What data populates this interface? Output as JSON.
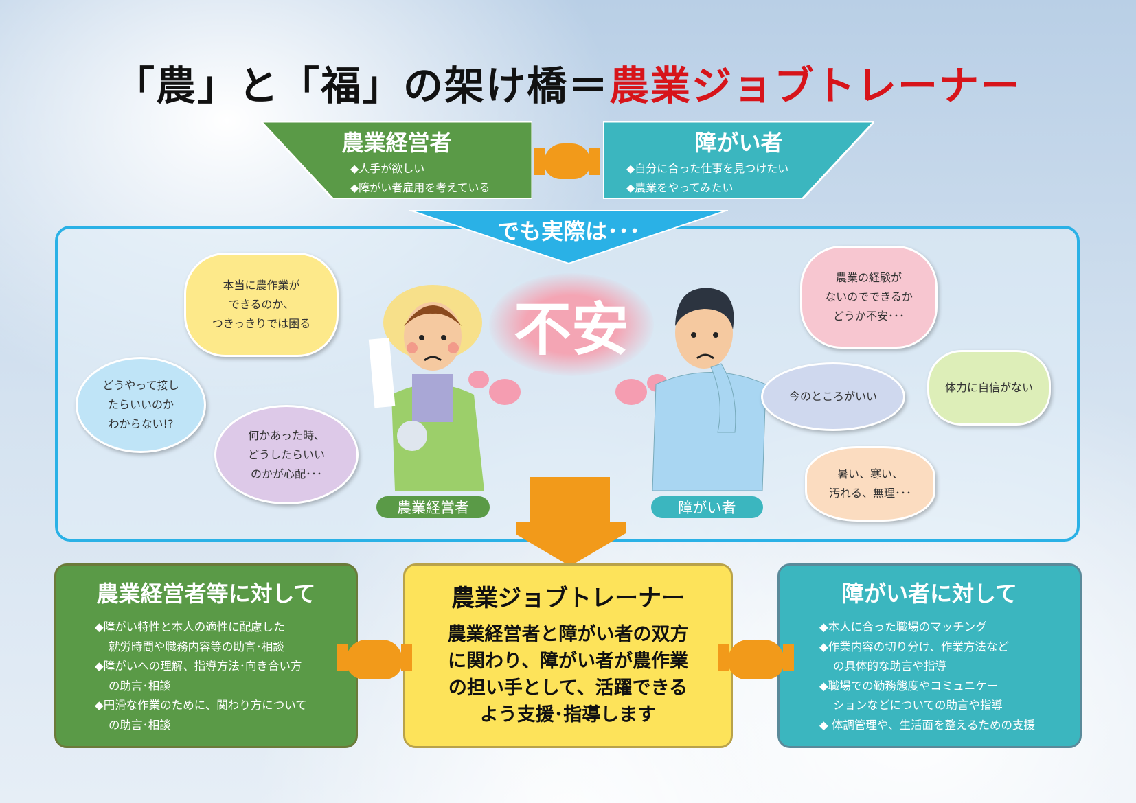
{
  "title": {
    "part1": "「農」と「福」の架け橋＝",
    "part2": "農業ジョブトレーナー"
  },
  "top": {
    "farmer": {
      "heading": "農業経営者",
      "items": [
        "◆人手が欲しい",
        "◆障がい者雇用を考えている"
      ]
    },
    "disabled": {
      "heading": "障がい者",
      "items": [
        "◆自分に合った仕事を見つけたい",
        "◆農業をやってみたい"
      ]
    }
  },
  "banner": "でも実際は･･･",
  "center_word": "不安",
  "bubbles": {
    "f1": [
      "本当に農作業が",
      "できるのか、",
      "つきっきりでは困る"
    ],
    "f2": [
      "どうやって接し",
      "たらいいのか",
      "わからない!?"
    ],
    "f3": [
      "何かあった時、",
      "どうしたらいい",
      "のかが心配･･･"
    ],
    "d1": [
      "農業の経験が",
      "ないのでできるか",
      "どうか不安･･･"
    ],
    "d2": [
      "今のところがいい"
    ],
    "d3": [
      "体力に自信がない"
    ],
    "d4": [
      "暑い、寒い、",
      "汚れる、無理･･･"
    ]
  },
  "labels": {
    "farmer": "農業経営者",
    "disabled": "障がい者"
  },
  "bottom": {
    "left": {
      "heading": "農業経営者等に対して",
      "lines": [
        "◆障がい特性と本人の適性に配慮した",
        "就労時間や職務内容等の助言･相談",
        "◆障がいへの理解、指導方法･向き合い方",
        "の助言･相談",
        "◆円滑な作業のために、関わり方について",
        "の助言･相談"
      ]
    },
    "center": {
      "heading": "農業ジョブトレーナー",
      "lines": [
        "農業経営者と障がい者の双方",
        "に関わり、障がい者が農作業",
        "の担い手として、活躍できる",
        "よう支援･指導します"
      ]
    },
    "right": {
      "heading": "障がい者に対して",
      "lines": [
        "◆本人に合った職場のマッチング",
        "◆作業内容の切り分け、作業方法など",
        "の具体的な助言や指導",
        "◆職場での勤務態度やコミュニケー",
        "ションなどについての助言や指導",
        "◆ 体調管理や、生活面を整えるための支援"
      ]
    }
  },
  "colors": {
    "green": "#5a9a47",
    "teal": "#3bb6bf",
    "yellow": "#fde35a",
    "blue": "#2ab1e6",
    "orange": "#f29a1a",
    "red": "#d7141a"
  }
}
